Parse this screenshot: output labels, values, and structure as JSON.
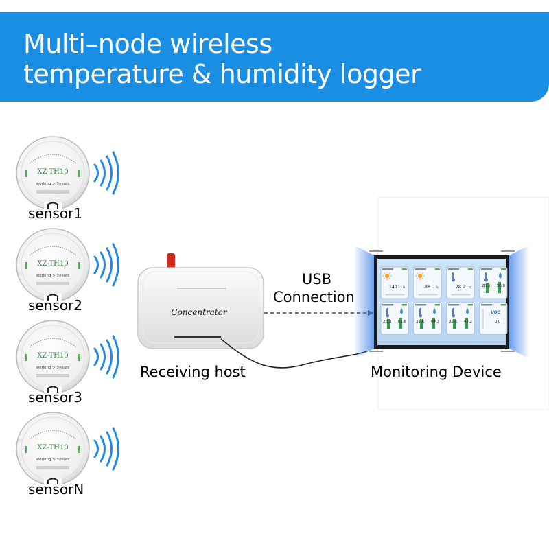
{
  "header": {
    "title_line1": "Multi–node wireless",
    "title_line2": "temperature & humidity logger",
    "background_color": "#1a8ee3"
  },
  "sensors": [
    {
      "label": "sensor1",
      "model": "XZ-TH10",
      "caption": "working > 5years"
    },
    {
      "label": "sensor2",
      "model": "XZ-TH10",
      "caption": "working > 5years"
    },
    {
      "label": "sensor3",
      "model": "XZ-TH10",
      "caption": "working > 5years"
    },
    {
      "label": "sensorN",
      "model": "XZ-TH10",
      "caption": "working > 5years"
    }
  ],
  "host": {
    "label": "Receiving host",
    "device_text": "Concentrator",
    "antenna_color": "#d42a1e"
  },
  "connection": {
    "line1": "USB",
    "line2": "Connection"
  },
  "monitor": {
    "label": "Monitoring Device",
    "tiles": [
      {
        "value": "1411",
        "unit": "lx",
        "icon": "sun-icon"
      },
      {
        "value": "88",
        "unit": "%",
        "icon": "sun-icon"
      },
      {
        "value": "28.2",
        "unit": "℃",
        "icon": "thermometer-icon"
      },
      {
        "value": "28.3",
        "value2": "56.0",
        "icon": "thermometer-icon"
      },
      {
        "value": "28.3",
        "value2": "61.8",
        "icon": "thermometer-icon"
      },
      {
        "value": "31.6",
        "value2": "49.3",
        "icon": "thermometer-icon"
      },
      {
        "value": "32.5",
        "value2": "41.2",
        "icon": "thermometer-icon"
      },
      {
        "value": "VOC",
        "value2": "0.0",
        "icon": "voc-icon"
      }
    ],
    "glow_color": "#3a7fe8"
  },
  "wave_color": "#2288e6"
}
